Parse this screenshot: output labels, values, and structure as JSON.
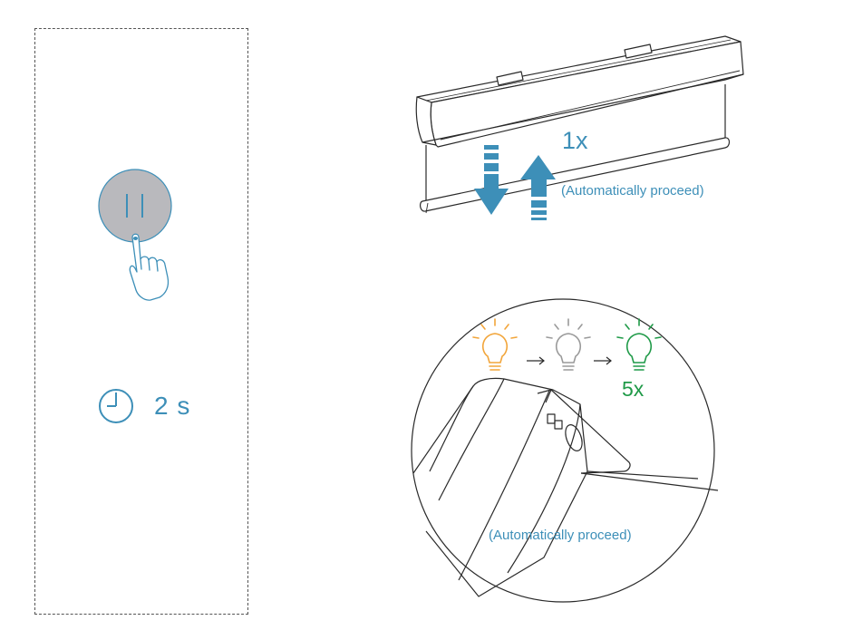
{
  "step_panel": {
    "button_symbol": "| |",
    "duration": "2 s"
  },
  "blind_illustration": {
    "repeat_count": "1x",
    "note": "(Automatically proceed)"
  },
  "detail_illustration": {
    "bulb_sequence": [
      "amber",
      "grey",
      "green"
    ],
    "repeat_count": "5x",
    "note": "(Automatically proceed)"
  },
  "colors": {
    "accent_blue": "#3d8fb8",
    "bulb_amber": "#f2a53a",
    "bulb_grey": "#9a9a9a",
    "bulb_green": "#1f9a48",
    "button_fill": "#b9b9bd"
  }
}
